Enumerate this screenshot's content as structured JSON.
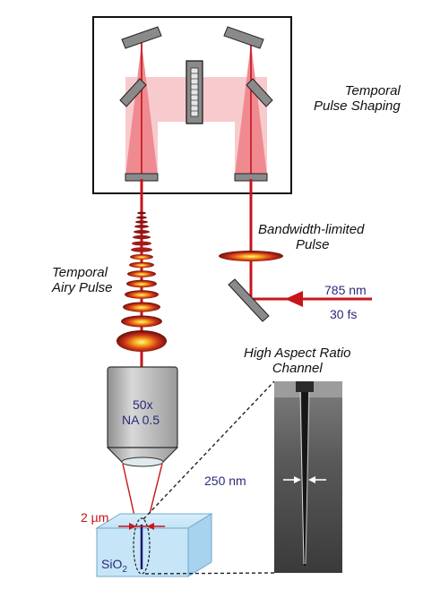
{
  "labels": {
    "pulse_shaping_line1": "Temporal",
    "pulse_shaping_line2": "Pulse Shaping",
    "bandwidth_line1": "Bandwidth-limited",
    "bandwidth_line2": "Pulse",
    "airy_line1": "Temporal",
    "airy_line2": "Airy Pulse",
    "channel_line1": "High Aspect Ratio",
    "channel_line2": "Channel"
  },
  "laser": {
    "wavelength": "785 nm",
    "duration": "30 fs"
  },
  "objective": {
    "magnification": "50x",
    "na": "NA 0.5"
  },
  "spot_size": "2 µm",
  "channel_width": "250 nm",
  "substrate": {
    "base": "SiO",
    "subscript": "2"
  },
  "colors": {
    "beam": "#c8141c",
    "beam_light": "#f4a9ad",
    "glass": "#bfe0f5",
    "objective": "#b5b5b5"
  }
}
